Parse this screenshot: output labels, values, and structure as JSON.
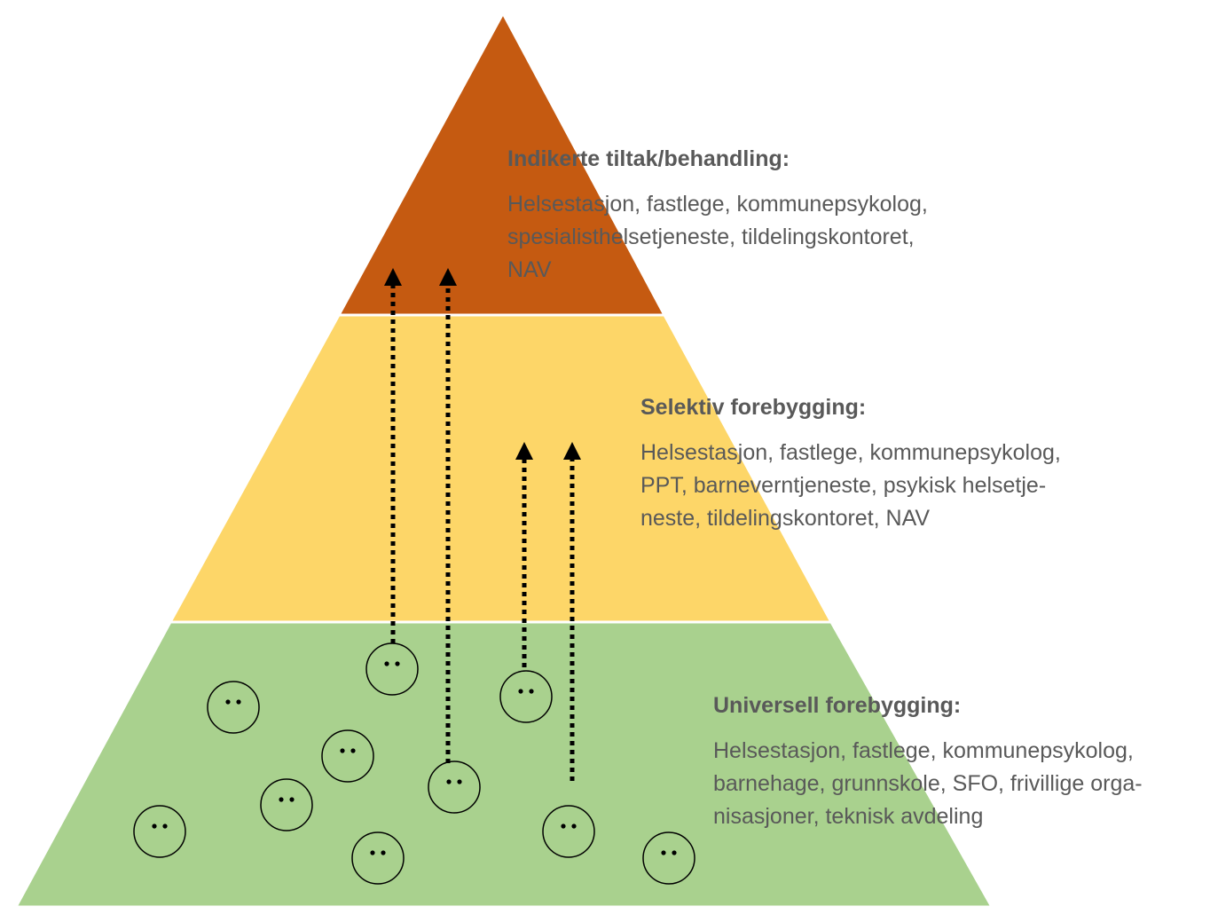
{
  "colors": {
    "top": "#C55A11",
    "middle": "#FDD668",
    "bottom": "#A9D18E",
    "text": "#595959",
    "arrow": "#000000",
    "face": "#000000"
  },
  "tiers": {
    "top": {
      "title": "Indikerte tiltak/behandling:",
      "body": "Helsestasjon, fastlege, kommunepsykolog,\nspesialisthelsetjeneste, tildelingskontoret,\nNAV"
    },
    "middle": {
      "title": "Selektiv forebygging:",
      "body": "Helsestasjon, fastlege, kommunepsykolog,\nPPT, barneverntjeneste, psykisk helsetje-\nneste, tildelingskontoret, NAV"
    },
    "bottom": {
      "title": "Universell forebygging:",
      "body": "Helsestasjon, fastlege, kommunepsykolog,\nbarnehage, grunnskole, SFO, frivillige orga-\nnisasjoner, teknisk avdeling"
    }
  },
  "icons": {
    "person": "smiley-face-icon",
    "arrow": "dotted-up-arrow-icon"
  }
}
